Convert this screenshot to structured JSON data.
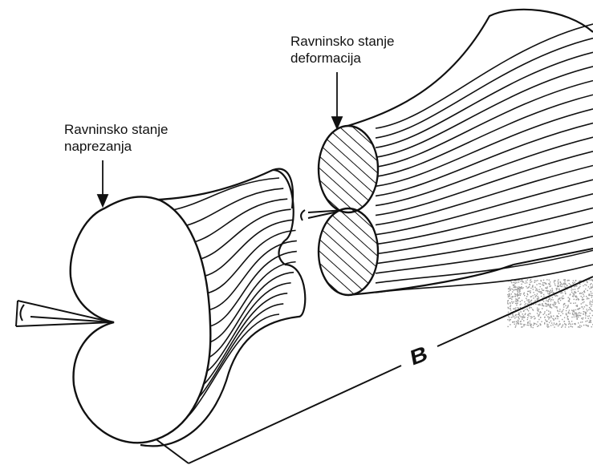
{
  "labels": {
    "plane_strain": {
      "line1": "Ravninsko stanje",
      "line2": "deformacija"
    },
    "plane_stress": {
      "line1": "Ravninsko stanje",
      "line2": "naprezanja"
    },
    "dimension": "B"
  },
  "colors": {
    "ink": "#111111",
    "paper": "#ffffff",
    "speckle": "#9a9a9a"
  }
}
